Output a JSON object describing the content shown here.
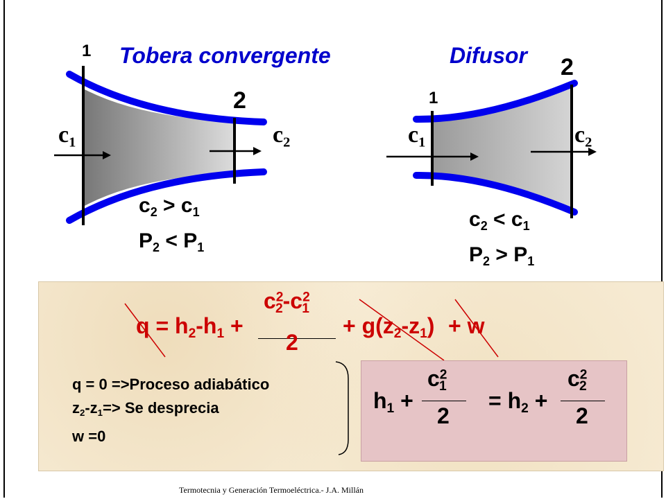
{
  "nozzle": {
    "title": "Tobera convergente",
    "section_in": "1",
    "section_out": "2",
    "velocity_in": {
      "base": "c",
      "sub": "1"
    },
    "velocity_out": {
      "base": "c",
      "sub": "2"
    },
    "cond_velocity": {
      "a": "c",
      "a_sub": "2",
      "op": " > ",
      "b": "c",
      "b_sub": "1"
    },
    "cond_pressure": {
      "a": "P",
      "a_sub": "2",
      "op": " < ",
      "b": "P",
      "b_sub": "1"
    }
  },
  "diffuser": {
    "title": "Difusor",
    "section_in": "1",
    "section_out": "2",
    "velocity_in": {
      "base": "c",
      "sub": "1"
    },
    "velocity_out": {
      "base": "c",
      "sub": "2"
    },
    "cond_velocity": {
      "a": "c",
      "a_sub": "2",
      "op": " < ",
      "b": "c",
      "b_sub": "1"
    },
    "cond_pressure": {
      "a": "P",
      "a_sub": "2",
      "op": " > ",
      "b": "P",
      "b_sub": "1"
    }
  },
  "energy_equation": {
    "lhs": "q = h",
    "h2_sub": "2",
    "minus_h": "-h",
    "h1_sub": "1",
    "plus1": " +",
    "numerator_c": "c",
    "numerator_c2_sup": "2",
    "numerator_c2_sub": "2",
    "numerator_minus": "-c",
    "numerator_c1_sup": "2",
    "numerator_c1_sub": "1",
    "denominator": "2",
    "gravity": "+ g(z",
    "z2_sub": "2",
    "z_minus": "-z",
    "z1_sub": "1",
    "gravity_close": ")",
    "work": "+ w"
  },
  "assumptions": [
    {
      "text": "q = 0 =>Proceso adiabático"
    },
    {
      "pre": "z",
      "sub1": "2",
      "mid": "-z",
      "sub2": "1",
      "post": "=> Se desprecia"
    },
    {
      "text": "w =0"
    }
  ],
  "result_equation": {
    "h1": "h",
    "h1_sub": "1",
    "plus1": " +",
    "c1": "c",
    "c1_sup": "2",
    "c1_sub": "1",
    "den1": "2",
    "equals": "= h",
    "h2_sub": "2",
    "plus2": " +",
    "c2": "c",
    "c2_sup": "2",
    "c2_sub": "2",
    "den2": "2"
  },
  "footer": "Termotecnia y Generación Termoeléctrica.- J.A. Millán",
  "colors": {
    "wall": "#0000ee",
    "fluid_dark": "#7a7a7a",
    "fluid_light": "#d6d6d6",
    "strike": "#cc0000",
    "title": "#0000cc"
  }
}
